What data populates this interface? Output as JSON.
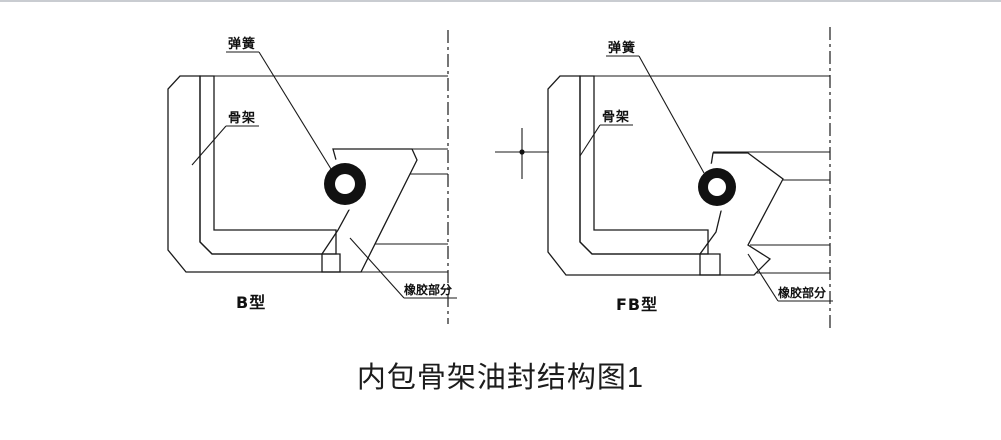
{
  "page": {
    "caption": "内包骨架油封结构图1"
  },
  "diagrams": {
    "b_type": {
      "type_label": "B型",
      "spring_label": "弹簧",
      "skeleton_label": "骨架",
      "rubber_label": "橡胶部分"
    },
    "fb_type": {
      "type_label": "FB型",
      "spring_label": "弹簧",
      "skeleton_label": "骨架",
      "rubber_label": "橡胶部分"
    }
  },
  "colors": {
    "line": "#1a1a1a",
    "background": "#ffffff",
    "top_border": "#c9ccd1"
  }
}
